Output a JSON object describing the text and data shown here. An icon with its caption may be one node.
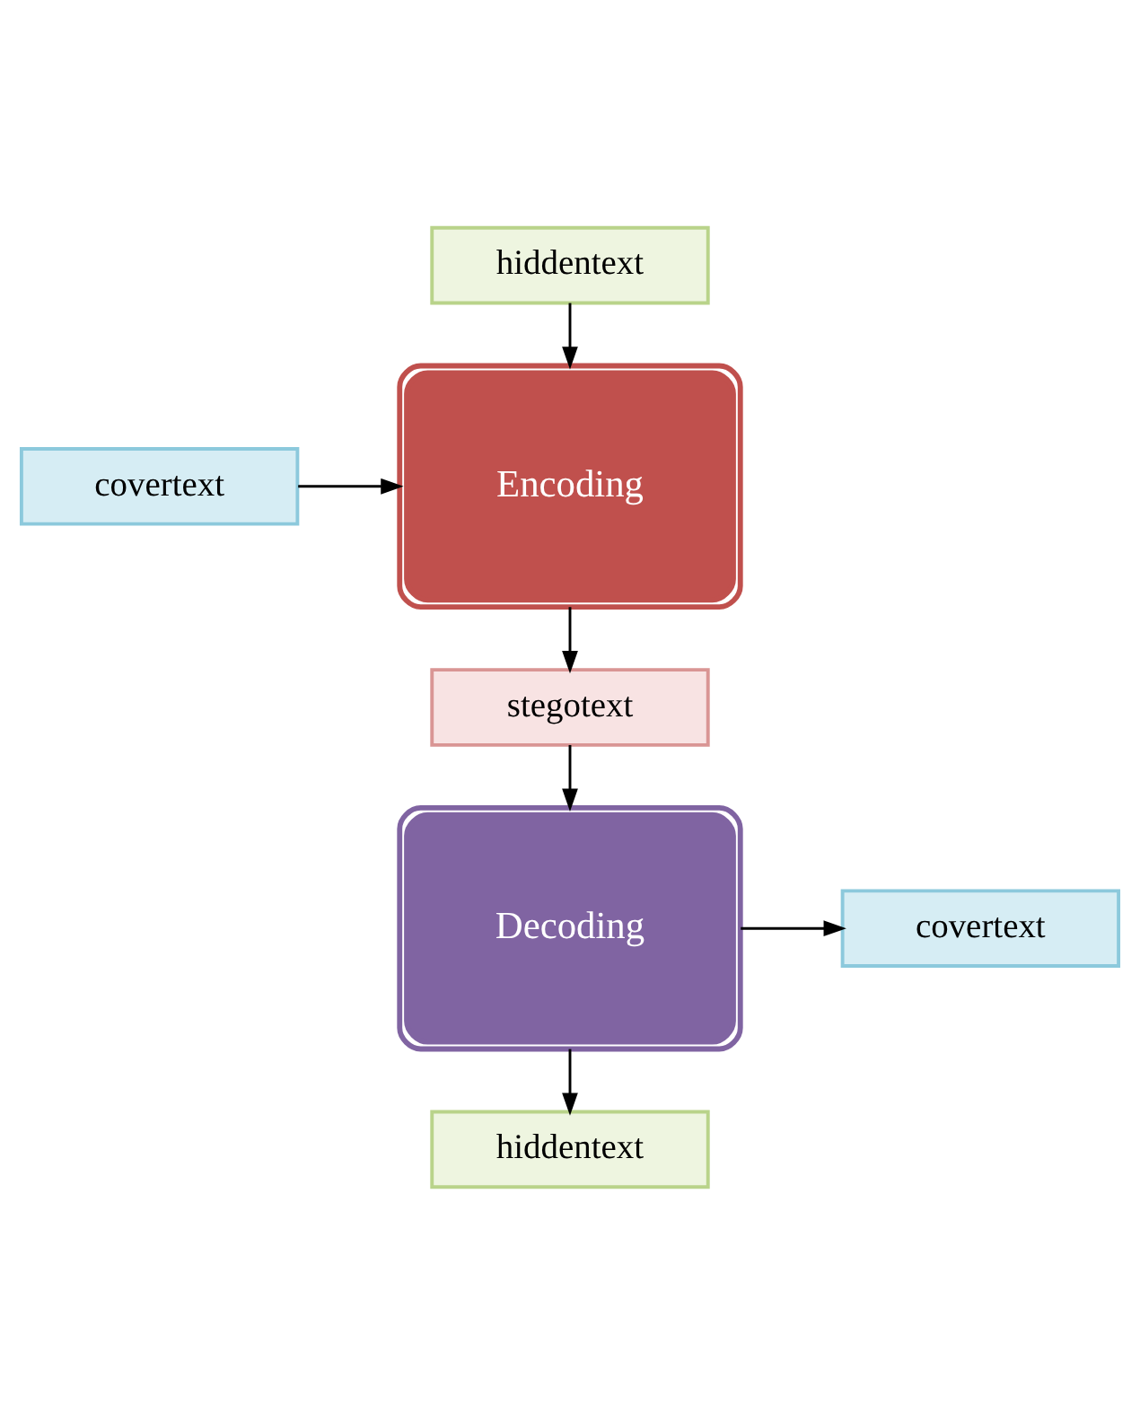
{
  "diagram": {
    "nodes": [
      {
        "text": [
          "hiddentext"
        ]
      },
      {
        "text": [
          "Encoding"
        ]
      },
      {
        "text": [
          "covertext"
        ]
      },
      {
        "text": [
          "stegotext"
        ]
      },
      {
        "text": [
          "Decoding"
        ]
      },
      {
        "text": [
          "covertext"
        ]
      },
      {
        "text": [
          "hiddentext"
        ]
      }
    ],
    "edges": [
      {
        "from": 0,
        "to": 1,
        "arrow": "to"
      },
      {
        "from": 2,
        "to": 1,
        "arrow": "to"
      },
      {
        "from": 1,
        "to": 3,
        "arrow": "to"
      },
      {
        "from": 3,
        "to": 4,
        "arrow": "to"
      },
      {
        "from": 4,
        "to": 5,
        "arrow": "to"
      },
      {
        "from": 4,
        "to": 6,
        "arrow": "to"
      }
    ]
  }
}
